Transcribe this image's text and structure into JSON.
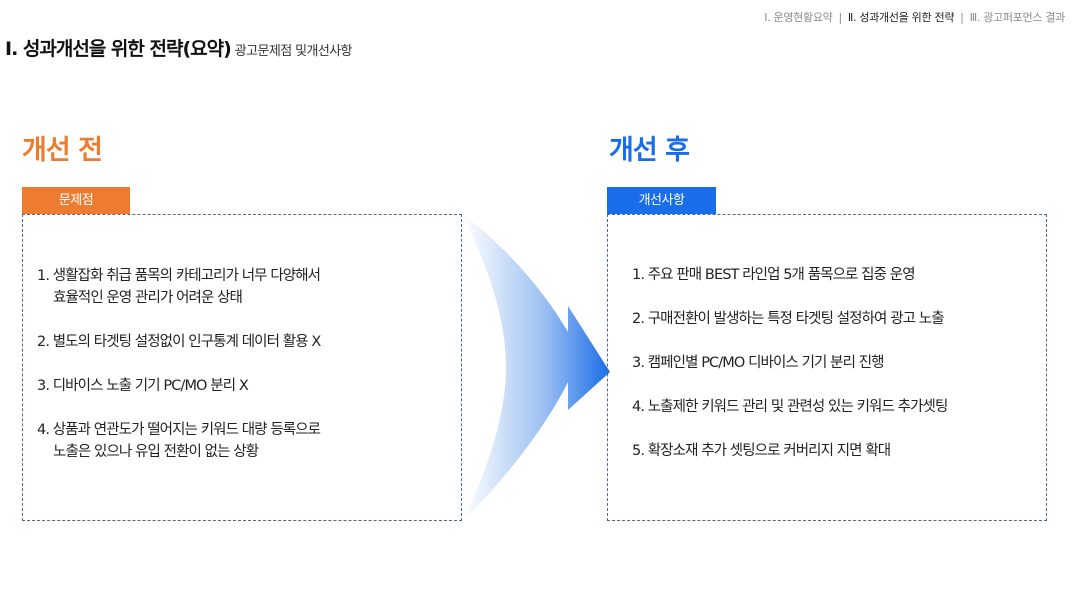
{
  "nav": {
    "items": [
      {
        "label": "Ⅰ. 운영현황요약",
        "active": false
      },
      {
        "label": "Ⅱ. 성과개선을 위한 전략",
        "active": true
      },
      {
        "label": "Ⅲ. 광고퍼포먼스 결과",
        "active": false
      }
    ],
    "separator": "|"
  },
  "page_title": {
    "main": "Ⅰ. 성과개선을 위한 전략(요약)",
    "sub": "광고문제점 및개선사항"
  },
  "before": {
    "heading": "개선 전",
    "tag": "문제점",
    "items": [
      {
        "lines": [
          "1. 생활잡화  취급 품목의 카테고리가 너무 다양해서",
          "효율적인 운영 관리가 어려운 상태"
        ]
      },
      {
        "lines": [
          "2. 별도의 타겟팅 설정없이 인구통계 데이터 활용 X"
        ]
      },
      {
        "lines": [
          "3. 디바이스 노출 기기 PC/MO 분리 X"
        ]
      },
      {
        "lines": [
          "4. 상품과 연관도가 떨어지는 키워드 대량 등록으로",
          "노출은 있으나 유입 전환이 없는 상황"
        ]
      }
    ]
  },
  "after": {
    "heading": "개선 후",
    "tag": "개선사항",
    "items": [
      {
        "lines": [
          "1. 주요 판매 BEST 라인업 5개 품목으로 집중 운영"
        ]
      },
      {
        "lines": [
          "2. 구매전환이 발생하는 특정 타겟팅 설정하여 광고 노출"
        ]
      },
      {
        "lines": [
          "3. 캠페인별 PC/MO 디바이스 기기 분리 진행"
        ]
      },
      {
        "lines": [
          "4. 노출제한 키워드 관리 및 관련성 있는 키워드 추가셋팅"
        ]
      },
      {
        "lines": [
          "5. 확장소재  추가 셋팅으로 커버리지 지면 확대"
        ]
      }
    ]
  },
  "colors": {
    "before_accent": "#ee7c30",
    "after_accent": "#1a6de8",
    "box_border": "#4a6a9a"
  }
}
